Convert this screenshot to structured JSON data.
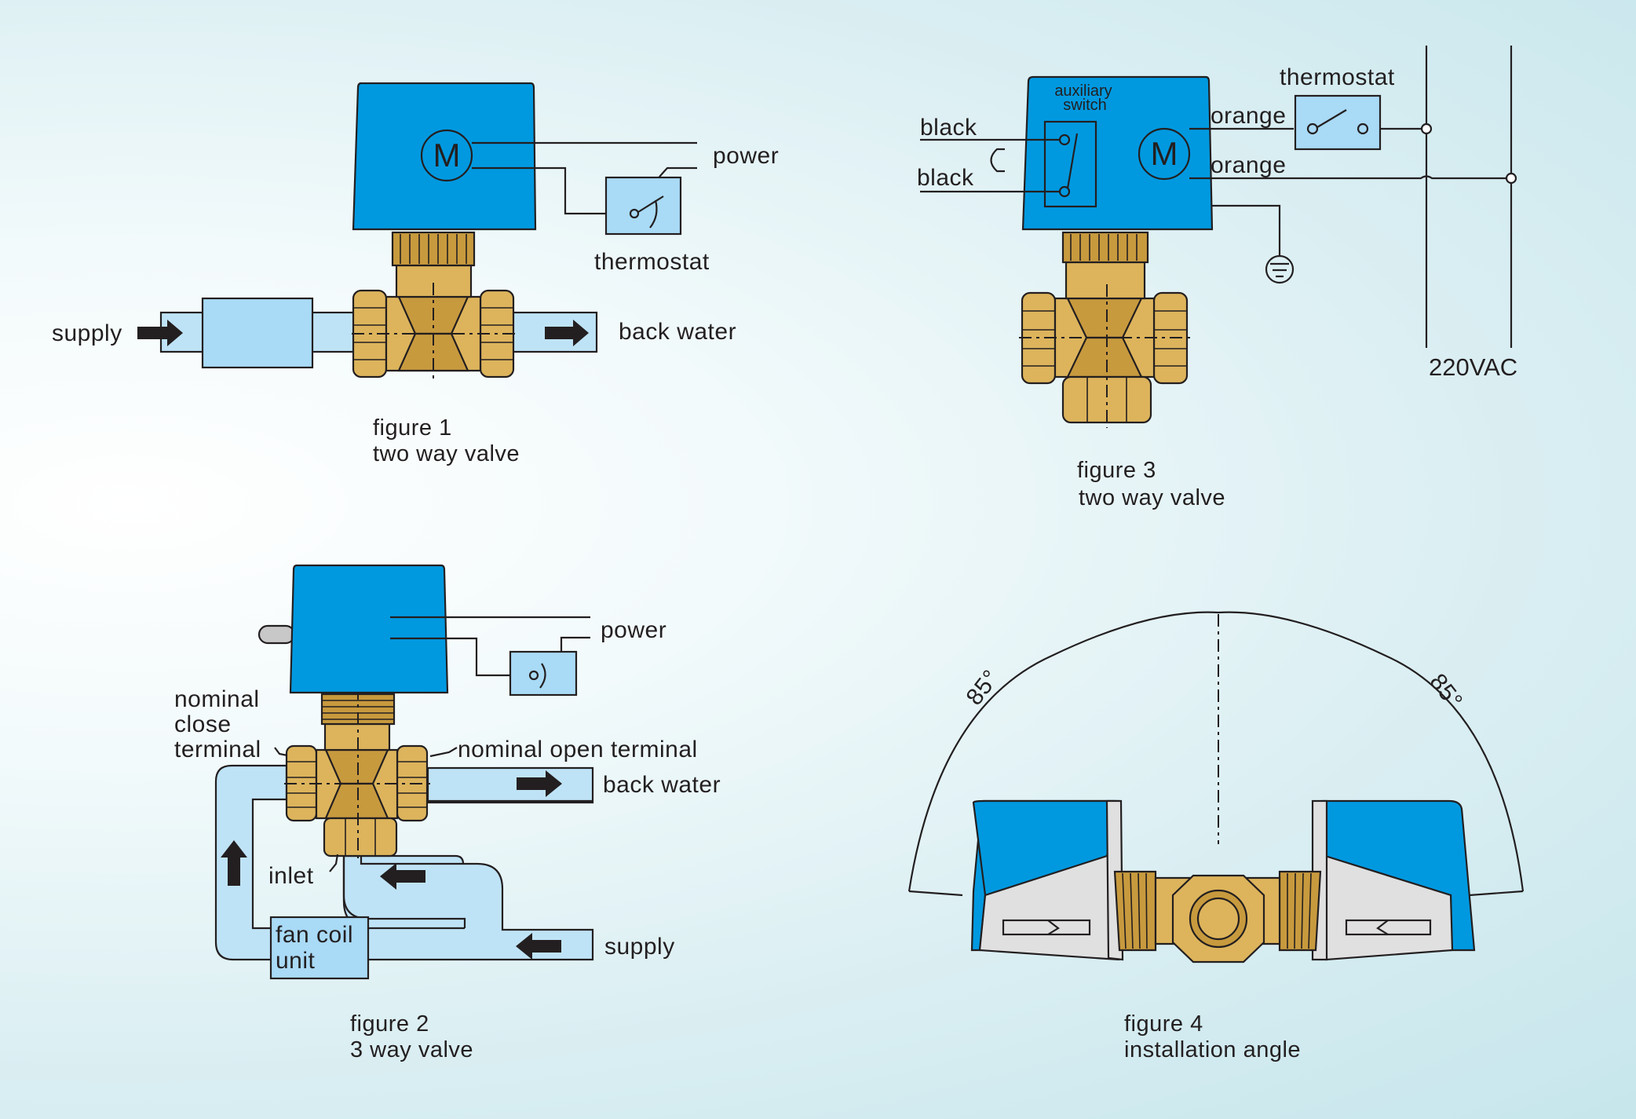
{
  "figure1": {
    "labels": {
      "supply": "supply",
      "back_water": "back water",
      "power": "power",
      "thermostat": "thermostat",
      "motor": "M"
    },
    "caption": [
      "figure 1",
      "two way valve"
    ]
  },
  "figure2": {
    "labels": {
      "power": "power",
      "nominal_close_terminal": [
        "nominal",
        "close",
        "terminal"
      ],
      "nominal_open_terminal": "nominal open terminal",
      "back_water": "back water",
      "inlet": "inlet",
      "fan_coil_unit": [
        "fan coil",
        "unit"
      ],
      "supply": "supply"
    },
    "caption": [
      "figure 2",
      "3 way valve"
    ]
  },
  "figure3": {
    "labels": {
      "auxiliary_switch": [
        "auxiliary",
        "switch"
      ],
      "black_top": "black",
      "black_bottom": "black",
      "orange_top": "orange",
      "orange_bottom": "orange",
      "thermostat": "thermostat",
      "voltage": "220VAC",
      "motor": "M"
    },
    "caption": [
      "figure 3",
      "two way valve"
    ]
  },
  "figure4": {
    "labels": {
      "angle_left": "85°",
      "angle_right": "85°"
    },
    "caption": [
      "figure 4",
      "installation angle"
    ]
  },
  "colors": {
    "motor": "#0099e0",
    "brass": "#ddb45c",
    "pipe": "#bfe3f6",
    "box": "#a9daf6"
  }
}
